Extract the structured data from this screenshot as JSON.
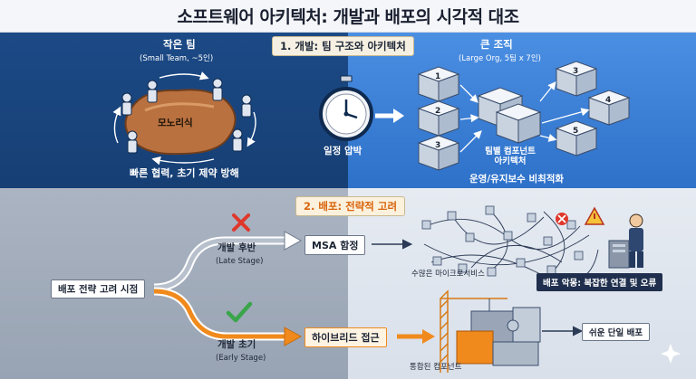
{
  "title": "소프트웨어 아키텍처: 개발과 배포의 시각적 대조",
  "section1": {
    "label": "1. 개발: 팀 구조와 아키텍처",
    "small_team": {
      "title": "작은 팀",
      "subtitle": "(Small Team, ~5인)",
      "monolith_label": "모노리식",
      "caption": "빠른 협력, 초기 제약 방해"
    },
    "schedule_pressure": "일정 압박",
    "large_org": {
      "title": "큰 조직",
      "subtitle": "(Large Org, 5팀 x 7인)",
      "team_numbers": [
        "1",
        "2",
        "3",
        "3",
        "4",
        "5"
      ],
      "component_label": "팀별 컴포넌트 아키텍처",
      "caption": "운영/유지보수 비최적화"
    }
  },
  "section2": {
    "label": "2. 배포: 전략적 고려",
    "decision_point": "배포 전략 고려 시점",
    "late": {
      "label": "개발 후반",
      "sublabel": "(Late Stage)",
      "result": "MSA 함정"
    },
    "early": {
      "label": "개발 초기",
      "sublabel": "(Early Stage)",
      "result": "하이브리드 접근"
    },
    "microservices_label": "수많은 마이크로서비스",
    "deploy_pain": "배포 악몽: 복잡한 연결 및 오류",
    "integrated_label": "통합된 컴포넌트",
    "easy_deploy": "쉬운 단일 배포"
  },
  "colors": {
    "top_left_bg": "#1c4a86",
    "top_right_bg": "#3a80d6",
    "bottom_left_bg": "#a2adbc",
    "bottom_right_bg": "#e0e6ee",
    "accent_orange": "#f08a1c",
    "success_green": "#3aa54a",
    "error_red": "#e0372b"
  }
}
